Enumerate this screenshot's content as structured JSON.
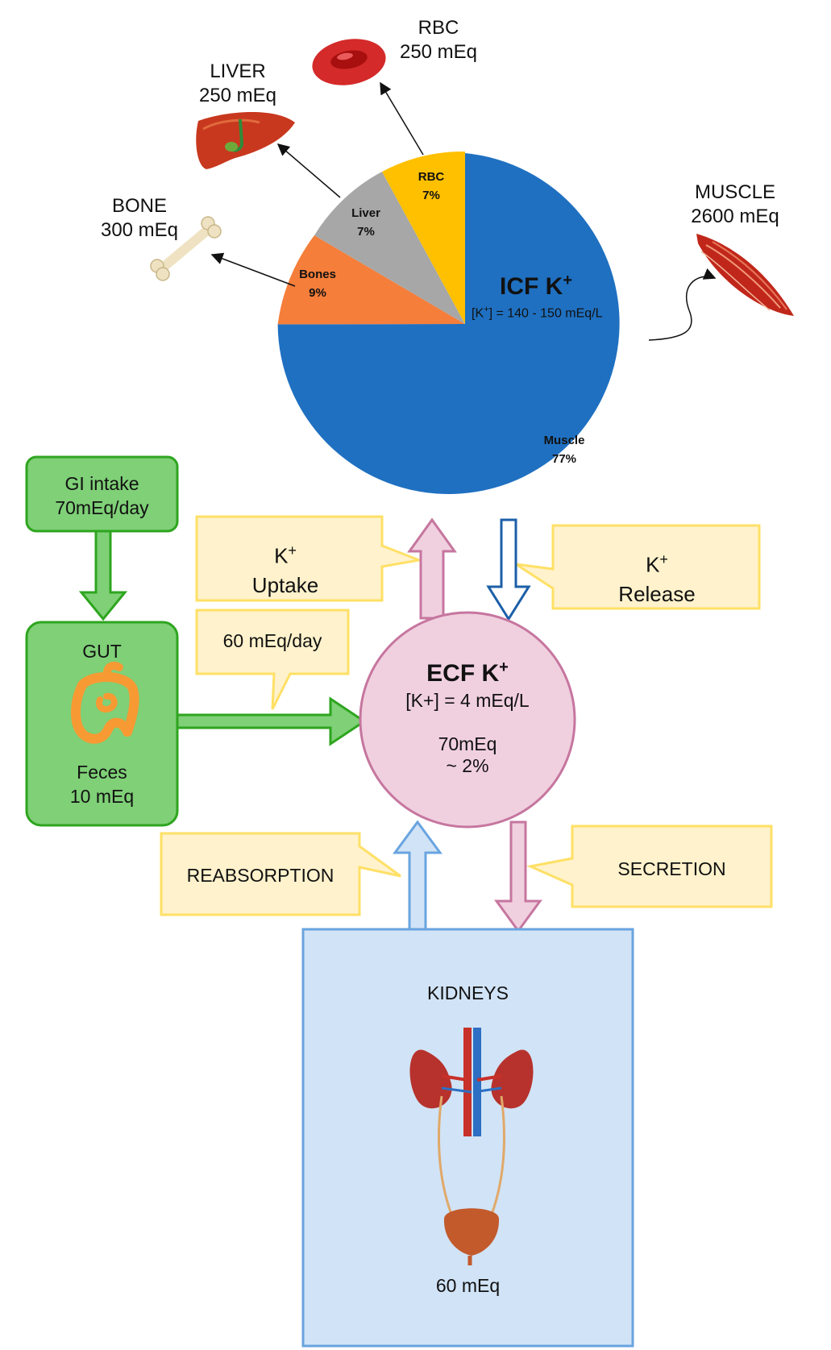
{
  "icf": {
    "title": "ICF K",
    "title_sup": "+",
    "concentration_prefix": "[K",
    "concentration_sup": "+",
    "concentration_suffix": "] = 140 - 150 mEq/L"
  },
  "pie_slices": [
    {
      "label": "Muscle",
      "percent": "77%"
    },
    {
      "label": "Bones",
      "percent": "9%"
    },
    {
      "label": "Liver",
      "percent": "7%"
    },
    {
      "label": "RBC",
      "percent": "7%"
    }
  ],
  "organs": {
    "rbc": {
      "name": "RBC",
      "amount": "250 mEq"
    },
    "liver": {
      "name": "LIVER",
      "amount": "250 mEq"
    },
    "bone": {
      "name": "BONE",
      "amount": "300 mEq"
    },
    "muscle": {
      "name": "MUSCLE",
      "amount": "2600 mEq"
    }
  },
  "uptake": {
    "line1": "K",
    "sup": "+",
    "line2": "Uptake"
  },
  "release": {
    "line1": "K",
    "sup": "+",
    "line2": "Release"
  },
  "gi_intake": {
    "line1": "GI intake",
    "line2": "70mEq/day"
  },
  "gut": {
    "title": "GUT",
    "line1": "Feces",
    "line2": "10 mEq"
  },
  "absorption_rate": "60 mEq/day",
  "ecf": {
    "title": "ECF K",
    "title_sup": "+",
    "concentration": "[K+] = 4 mEq/L",
    "amount": "70mEq",
    "fraction": "~ 2%"
  },
  "reabsorption": "REABSORPTION",
  "secretion": "SECRETION",
  "kidneys": {
    "title": "KIDNEYS",
    "amount": "60 mEq"
  },
  "colors": {
    "muscle_slice": "#1f70c1",
    "bones_slice": "#f47e3a",
    "liver_slice": "#a7a7a7",
    "rbc_slice": "#ffc000",
    "callout_fill": "#fff2cc",
    "callout_stroke": "#ffe066",
    "gut_fill": "#7fd077",
    "gut_stroke": "#2ea51f",
    "ecf_fill": "#f0d0df",
    "ecf_stroke": "#c6769f",
    "kidney_fill": "#d1e3f6",
    "kidney_stroke": "#69a4e0"
  }
}
